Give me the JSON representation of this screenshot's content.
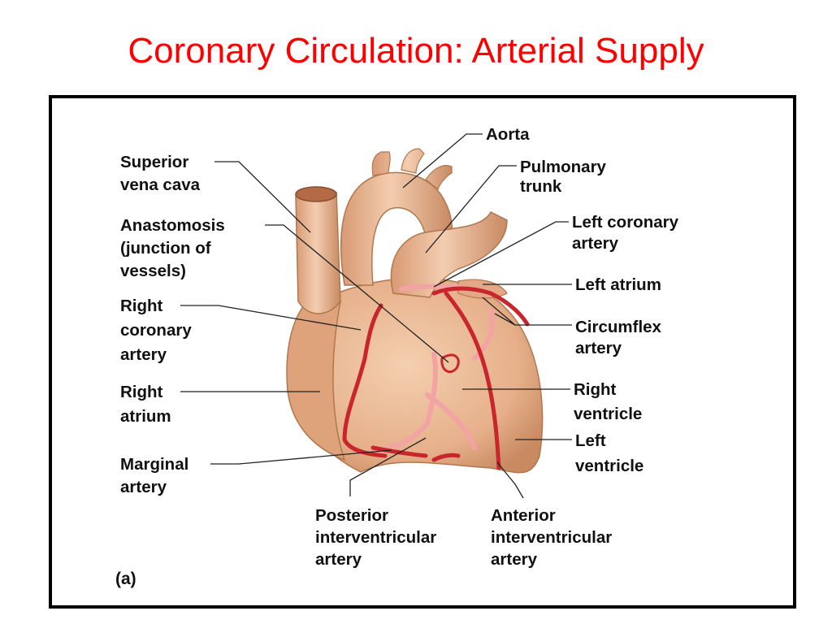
{
  "title": "Coronary Circulation: Arterial Supply",
  "figure": {
    "panel_letter": "(a)",
    "labels": {
      "aorta": [
        "Aorta"
      ],
      "pulmonary_trunk": [
        "Pulmonary",
        "trunk"
      ],
      "left_coronary_artery": [
        "Left coronary",
        "artery"
      ],
      "left_atrium": [
        "Left atrium"
      ],
      "circumflex_artery": [
        "Circumflex",
        "artery"
      ],
      "right_ventricle": [
        "Right",
        "ventricle"
      ],
      "left_ventricle": [
        "Left",
        "ventricle"
      ],
      "superior_vena_cava": [
        "Superior",
        "vena cava"
      ],
      "anastomosis": [
        "Anastomosis",
        "(junction of",
        "vessels)"
      ],
      "right_coronary_artery": [
        "Right",
        "coronary",
        "artery"
      ],
      "right_atrium": [
        "Right",
        "atrium"
      ],
      "marginal_artery": [
        "Marginal",
        "artery"
      ],
      "posterior_interventricular_artery": [
        "Posterior",
        "interventricular",
        "artery"
      ],
      "anterior_interventricular_artery": [
        "Anterior",
        "interventricular",
        "artery"
      ]
    }
  },
  "colors": {
    "title": "#ff0000",
    "heart_tissue": "#e9b893",
    "heart_shadow": "#c98a62",
    "artery": "#c8262c",
    "vein_pink": "#f3a3a3"
  }
}
